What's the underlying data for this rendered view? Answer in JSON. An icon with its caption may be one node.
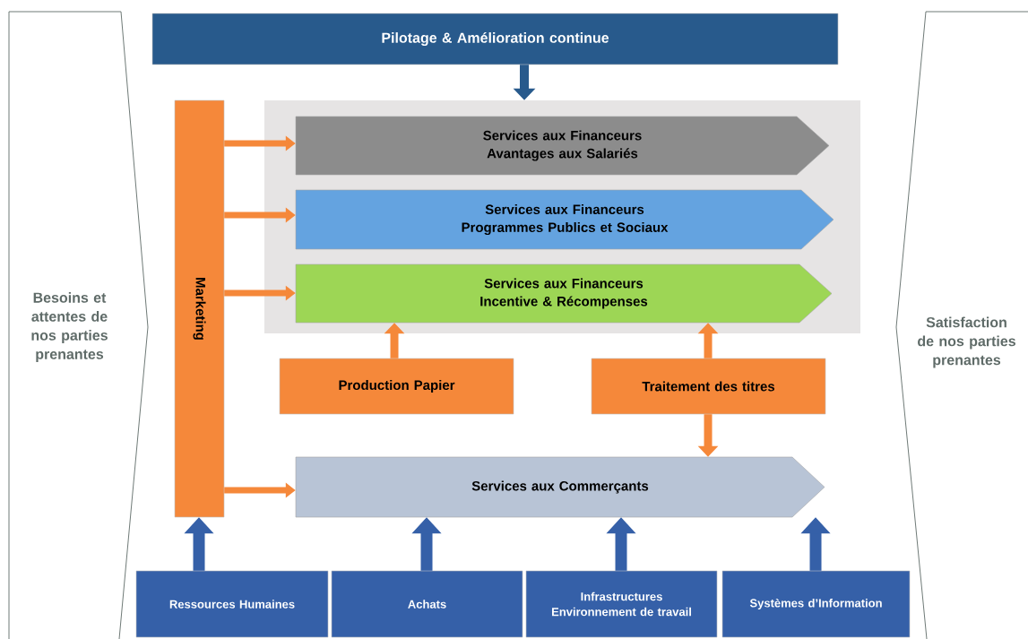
{
  "diagram": {
    "nodes": [
      {
        "text": [
          "Besoins et attentes de nos parties prenantes"
        ]
      },
      {
        "text": [
          "Satisfaction de nos parties prenantes"
        ]
      },
      {
        "text": [
          "Pilotage & Amélioration continue"
        ]
      },
      {
        "text": [],
        "shape": "box"
      },
      {
        "text": [
          "Services aux Financeurs",
          "Avantages aux Salariés"
        ],
        "in": 3
      },
      {
        "text": [
          "Services aux Financeurs",
          "Programmes Publics et Sociaux"
        ],
        "in": 3
      },
      {
        "text": [
          "Services aux Financeurs",
          "Incentive & Récompenses"
        ],
        "in": 3
      },
      {
        "text": [
          "Marketing"
        ]
      },
      {
        "text": [
          "Production Papier"
        ]
      },
      {
        "text": [
          "Traitement des titres"
        ]
      },
      {
        "text": [
          "Services aux Commerçants"
        ]
      },
      {
        "text": [
          "Ressources Humaines"
        ]
      },
      {
        "text": [
          "Achats"
        ]
      },
      {
        "text": [
          "Infrastructures Environnement de travail"
        ]
      },
      {
        "text": [
          "Systèmes d’Information"
        ]
      }
    ],
    "edges": [
      {
        "from": 2,
        "to": 3,
        "arrow": "to",
        "color": "#285a8c"
      },
      {
        "from": 7,
        "to": 4,
        "arrow": "to"
      },
      {
        "from": 7,
        "to": 5,
        "arrow": "to"
      },
      {
        "from": 7,
        "to": 6,
        "arrow": "to"
      },
      {
        "from": 7,
        "to": 10,
        "arrow": "to"
      },
      {
        "from": 8,
        "to": 6,
        "arrow": "to"
      },
      {
        "from": 9,
        "to": 6,
        "arrow": "to"
      },
      {
        "from": 9,
        "to": 10,
        "arrow": "to"
      },
      {
        "from": 11,
        "to": 7,
        "arrow": "to",
        "color": "#3560a8"
      },
      {
        "from": 12,
        "to": 10,
        "arrow": "to",
        "color": "#3560a8"
      },
      {
        "from": 13,
        "to": 10,
        "arrow": "to",
        "color": "#3560a8"
      },
      {
        "from": 14,
        "to": 10,
        "arrow": "to",
        "color": "#3560a8"
      }
    ]
  }
}
